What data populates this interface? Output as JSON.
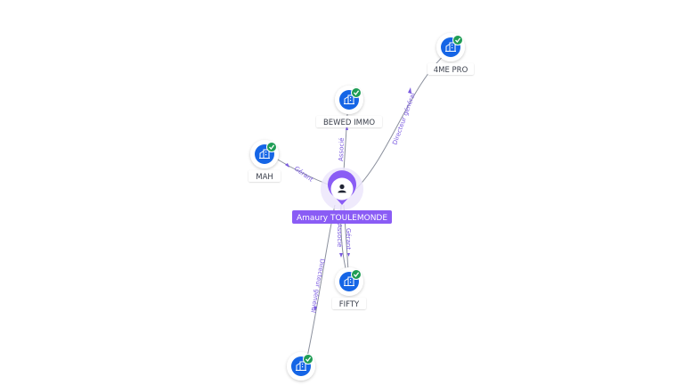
{
  "colors": {
    "company_fill": "#1565e6",
    "badge_fill": "#1f9d55",
    "person_accent": "#8a5cf5",
    "edge_label": "#7a5ae0"
  },
  "person": {
    "name": "Amaury TOULEMONDE",
    "icon": "user-icon"
  },
  "companies": [
    {
      "id": "4me-pro",
      "name": "4ME PRO",
      "icon": "building-icon",
      "verified": true
    },
    {
      "id": "bewed-immo",
      "name": "BEWED IMMO",
      "icon": "building-icon",
      "verified": true
    },
    {
      "id": "mah",
      "name": "MAH",
      "icon": "building-icon",
      "verified": true
    },
    {
      "id": "fifty",
      "name": "FIFTY",
      "icon": "building-icon",
      "verified": true
    },
    {
      "id": "bottom",
      "name": "",
      "icon": "building-icon",
      "verified": true
    }
  ],
  "relations": [
    {
      "to": "4me-pro",
      "label": "Directeur général"
    },
    {
      "to": "bewed-immo",
      "label": "Associé"
    },
    {
      "to": "mah",
      "label": "Gérant"
    },
    {
      "to": "fifty",
      "label": "Gérant"
    },
    {
      "to": "fifty",
      "label": "Associé"
    },
    {
      "to": "bottom",
      "label": "Directeur général"
    }
  ]
}
